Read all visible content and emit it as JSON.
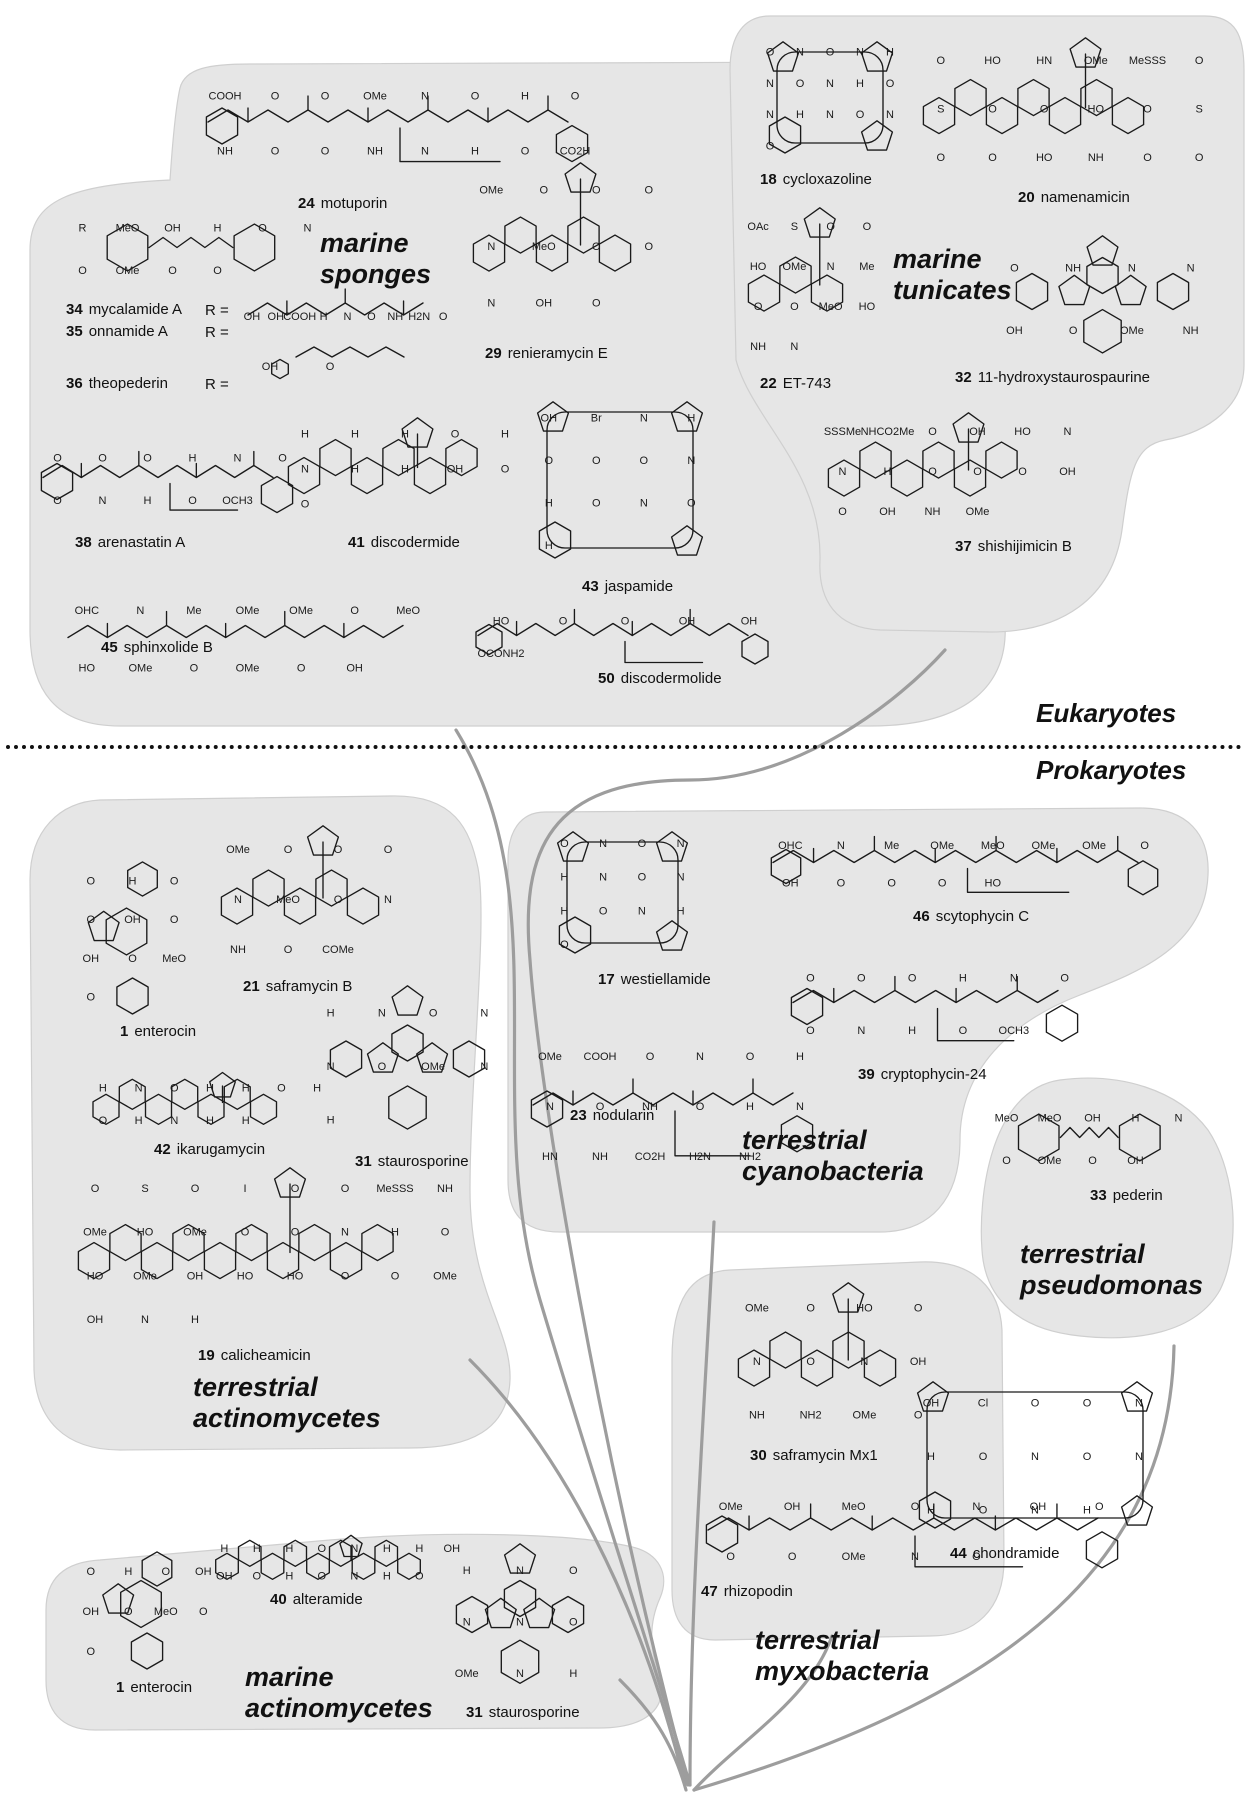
{
  "domains": {
    "upper": "Eukaryotes",
    "lower": "Prokaryotes"
  },
  "habitats": {
    "marine_sponges": [
      "marine",
      "sponges"
    ],
    "marine_tunicates": [
      "marine",
      "tunicates"
    ],
    "terrestrial_actinomycetes": [
      "terrestrial",
      "actinomycetes"
    ],
    "terrestrial_cyanobacteria": [
      "terrestrial",
      "cyanobacteria"
    ],
    "terrestrial_pseudomonas": [
      "terrestrial",
      "pseudomonas"
    ],
    "terrestrial_myxobacteria": [
      "terrestrial",
      "myxobacteria"
    ],
    "marine_actinomycetes": [
      "marine",
      "actinomycetes"
    ]
  },
  "compounds": [
    {
      "id": "c24",
      "num": "24",
      "name": "motuporin"
    },
    {
      "id": "c34",
      "num": "34",
      "name": "mycalamide A",
      "r": "R ="
    },
    {
      "id": "c35",
      "num": "35",
      "name": "onnamide A",
      "r": "R ="
    },
    {
      "id": "c36",
      "num": "36",
      "name": "theopederin",
      "r": "R ="
    },
    {
      "id": "c29",
      "num": "29",
      "name": "renieramycin E"
    },
    {
      "id": "c38",
      "num": "38",
      "name": "arenastatin A"
    },
    {
      "id": "c41",
      "num": "41",
      "name": "discodermide"
    },
    {
      "id": "c43",
      "num": "43",
      "name": "jaspamide"
    },
    {
      "id": "c45",
      "num": "45",
      "name": "sphinxolide B"
    },
    {
      "id": "c50",
      "num": "50",
      "name": "discodermolide"
    },
    {
      "id": "c18",
      "num": "18",
      "name": "cycloxazoline"
    },
    {
      "id": "c20",
      "num": "20",
      "name": "namenamicin"
    },
    {
      "id": "c22",
      "num": "22",
      "name": "ET-743"
    },
    {
      "id": "c32",
      "num": "32",
      "name": "11-hydroxystaurospaurine"
    },
    {
      "id": "c37",
      "num": "37",
      "name": "shishijimicin B"
    },
    {
      "id": "c1a",
      "num": "1",
      "name": "enterocin"
    },
    {
      "id": "c21",
      "num": "21",
      "name": "saframycin B"
    },
    {
      "id": "c42",
      "num": "42",
      "name": "ikarugamycin"
    },
    {
      "id": "c31a",
      "num": "31",
      "name": "staurosporine"
    },
    {
      "id": "c19",
      "num": "19",
      "name": "calicheamicin"
    },
    {
      "id": "c17",
      "num": "17",
      "name": "westiellamide"
    },
    {
      "id": "c46",
      "num": "46",
      "name": "scytophycin C"
    },
    {
      "id": "c39",
      "num": "39",
      "name": "cryptophycin-24"
    },
    {
      "id": "c23",
      "num": "23",
      "name": "nodularin"
    },
    {
      "id": "c33",
      "num": "33",
      "name": "pederin"
    },
    {
      "id": "c30",
      "num": "30",
      "name": "saframycin Mx1"
    },
    {
      "id": "c44",
      "num": "44",
      "name": "chondramide"
    },
    {
      "id": "c47",
      "num": "47",
      "name": "rhizopodin"
    },
    {
      "id": "c1b",
      "num": "1",
      "name": "enterocin"
    },
    {
      "id": "c40",
      "num": "40",
      "name": "alteramide"
    },
    {
      "id": "c31b",
      "num": "31",
      "name": "staurosporine"
    }
  ],
  "structure_labels": {
    "c24": [
      "COOH",
      "O",
      "O",
      "OMe",
      "N",
      "O",
      "H",
      "O",
      "NH",
      "O",
      "O",
      "NH",
      "N",
      "H",
      "O",
      "CO2H"
    ],
    "c34": [
      "R",
      "MeO",
      "OH",
      "H",
      "O",
      "N",
      "O",
      "OMe",
      "O",
      "O"
    ],
    "c35": [
      "OH",
      "OH",
      "COOH",
      "H",
      "N",
      "O",
      "NH",
      "H2N",
      "O"
    ],
    "c36": [
      "OH",
      "O"
    ],
    "c29": [
      "OMe",
      "O",
      "O",
      "O",
      "N",
      "MeO",
      "O",
      "O",
      "N",
      "OH",
      "O"
    ],
    "c38": [
      "O",
      "O",
      "O",
      "H",
      "N",
      "O",
      "O",
      "N",
      "H",
      "O",
      "OCH3"
    ],
    "c41": [
      "H",
      "H",
      "H",
      "O",
      "H",
      "N",
      "H",
      "H",
      "OH",
      "O",
      "O"
    ],
    "c43": [
      "OH",
      "Br",
      "N",
      "H",
      "O",
      "O",
      "O",
      "N",
      "H",
      "O",
      "N",
      "O",
      "H"
    ],
    "c45": [
      "OHC",
      "N",
      "Me",
      "OMe",
      "OMe",
      "O",
      "MeO",
      "HO",
      "OMe",
      "O",
      "OMe",
      "O",
      "OH"
    ],
    "c50": [
      "HO",
      "O",
      "O",
      "OH",
      "OH",
      "OCONH2"
    ],
    "c18": [
      "O",
      "N",
      "O",
      "N",
      "H",
      "N",
      "O",
      "N",
      "H",
      "O",
      "N",
      "H",
      "N",
      "O",
      "N",
      "O"
    ],
    "c20": [
      "O",
      "HO",
      "HN",
      "OMe",
      "MeSSS",
      "O",
      "S",
      "O",
      "O",
      "HO",
      "O",
      "S",
      "O",
      "O",
      "HO",
      "NH",
      "O",
      "O"
    ],
    "c22": [
      "OAc",
      "S",
      "O",
      "O",
      "HO",
      "OMe",
      "N",
      "Me",
      "O",
      "O",
      "MeO",
      "HO",
      "NH",
      "N"
    ],
    "c32": [
      "O",
      "NH",
      "N",
      "N",
      "OH",
      "O",
      "OMe",
      "NH"
    ],
    "c37": [
      "SSSMe",
      "NHCO2Me",
      "O",
      "OH",
      "HO",
      "N",
      "N",
      "H",
      "O",
      "O",
      "O",
      "OH",
      "O",
      "OH",
      "NH",
      "OMe"
    ],
    "c1a": [
      "O",
      "H",
      "O",
      "O",
      "OH",
      "O",
      "OH",
      "O",
      "MeO",
      "O"
    ],
    "c21": [
      "OMe",
      "O",
      "O",
      "O",
      "N",
      "MeO",
      "O",
      "N",
      "NH",
      "O",
      "COMe"
    ],
    "c42": [
      "H",
      "N",
      "O",
      "H",
      "H",
      "O",
      "H",
      "O",
      "H",
      "N",
      "H",
      "H"
    ],
    "c31a": [
      "H",
      "N",
      "O",
      "N",
      "N",
      "O",
      "OMe",
      "N",
      "H"
    ],
    "c19": [
      "O",
      "S",
      "O",
      "I",
      "O",
      "O",
      "MeSSS",
      "NH",
      "OMe",
      "HO",
      "OMe",
      "O",
      "O",
      "N",
      "H",
      "O",
      "HO",
      "OMe",
      "OH",
      "HO",
      "HO",
      "O",
      "O",
      "OMe",
      "OH",
      "N",
      "H"
    ],
    "c17": [
      "O",
      "N",
      "O",
      "N",
      "H",
      "N",
      "O",
      "N",
      "H",
      "O",
      "N",
      "H",
      "O"
    ],
    "c46": [
      "OHC",
      "N",
      "Me",
      "OMe",
      "MeO",
      "OMe",
      "OMe",
      "O",
      "OH",
      "O",
      "O",
      "O",
      "HO"
    ],
    "c39": [
      "O",
      "O",
      "O",
      "H",
      "N",
      "O",
      "O",
      "N",
      "H",
      "O",
      "OCH3"
    ],
    "c23": [
      "OMe",
      "COOH",
      "O",
      "N",
      "O",
      "H",
      "N",
      "O",
      "NH",
      "O",
      "H",
      "N",
      "HN",
      "NH",
      "CO2H",
      "H2N",
      "NH2"
    ],
    "c33": [
      "MeO",
      "MeO",
      "OH",
      "H",
      "N",
      "O",
      "OMe",
      "O",
      "OH"
    ],
    "c30": [
      "OMe",
      "O",
      "HO",
      "O",
      "N",
      "O",
      "N",
      "OH",
      "NH",
      "NH2",
      "OMe",
      "O"
    ],
    "c44": [
      "OH",
      "Cl",
      "O",
      "O",
      "N",
      "H",
      "O",
      "N",
      "O",
      "N",
      "H",
      "O",
      "N",
      "H"
    ],
    "c47": [
      "OMe",
      "OH",
      "MeO",
      "O",
      "N",
      "OH",
      "O",
      "O",
      "O",
      "OMe",
      "N",
      "O"
    ],
    "c1b": [
      "O",
      "H",
      "O",
      "OH",
      "OH",
      "O",
      "MeO",
      "O",
      "O"
    ],
    "c40": [
      "H",
      "H",
      "H",
      "O",
      "N",
      "H",
      "H",
      "OH",
      "OH",
      "O",
      "H",
      "O",
      "N",
      "H",
      "O"
    ],
    "c31b": [
      "H",
      "N",
      "O",
      "N",
      "N",
      "O",
      "OMe",
      "N",
      "H"
    ]
  },
  "colors": {
    "blob_fill": "#e6e6e6",
    "branch_stroke": "#9d9d9d",
    "ink": "#111111"
  }
}
